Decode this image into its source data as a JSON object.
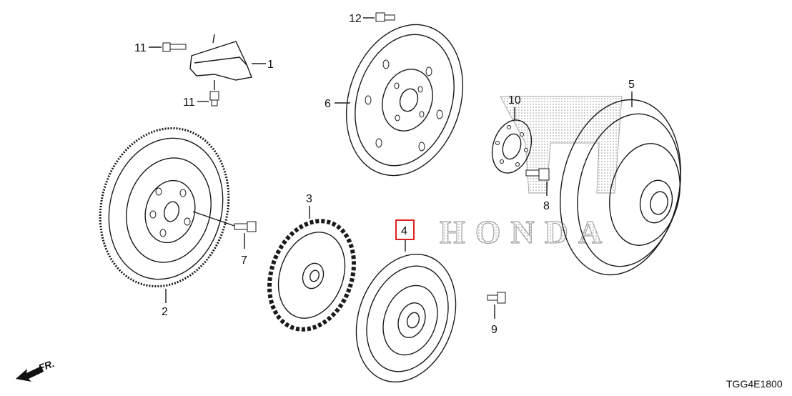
{
  "diagram_code": "TGG4E1800",
  "front_label": "FR.",
  "watermark_text": "HONDA",
  "highlight_color": "#e02020",
  "highlighted_part": "4",
  "callouts": {
    "p1": "1",
    "p2": "2",
    "p3": "3",
    "p4": "4",
    "p5": "5",
    "p6": "6",
    "p7": "7",
    "p8": "8",
    "p9": "9",
    "p10": "10",
    "p11a": "11",
    "p11b": "11",
    "p12": "12"
  }
}
